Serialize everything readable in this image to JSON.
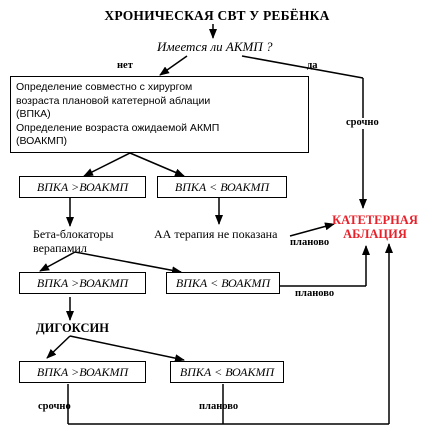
{
  "title": "ХРОНИЧЕСКАЯ СВТ У РЕБЁНКА",
  "question": "Имеется ли АКМП ?",
  "branch_no": "нет",
  "branch_yes": "да",
  "urgent_right": "срочно",
  "main_box": {
    "line1": "Определение совместно с хирургом",
    "line2": "возраста плановой катетерной аблации",
    "line3": "(ВПКА)",
    "line4": "Определение возраста ожидаемой АКМП",
    "line5": "(ВОАКМП)"
  },
  "level1": {
    "left_box": "ВПКА >ВОАКМП",
    "right_box": "ВПКА < ВОАКМП"
  },
  "beta_blockers": {
    "line1": "Бета-блокаторы",
    "line2": "верапамил"
  },
  "aa_therapy": "АА терапия не показана",
  "planned_1": "планово",
  "ablation": {
    "line1": "КАТЕТЕРНАЯ",
    "line2": "АБЛАЦИЯ",
    "color": "#e8202a"
  },
  "level2": {
    "left_box": "ВПКА >ВОАКМП",
    "right_box": "ВПКА < ВОАКМП"
  },
  "planned_2": "планово",
  "digoxin": "ДИГОКСИН",
  "level3": {
    "left_box": "ВПКА >ВОАКМП",
    "right_box": "ВПКА < ВОАКМП"
  },
  "bottom_urgent": "срочно",
  "bottom_planned": "планово"
}
